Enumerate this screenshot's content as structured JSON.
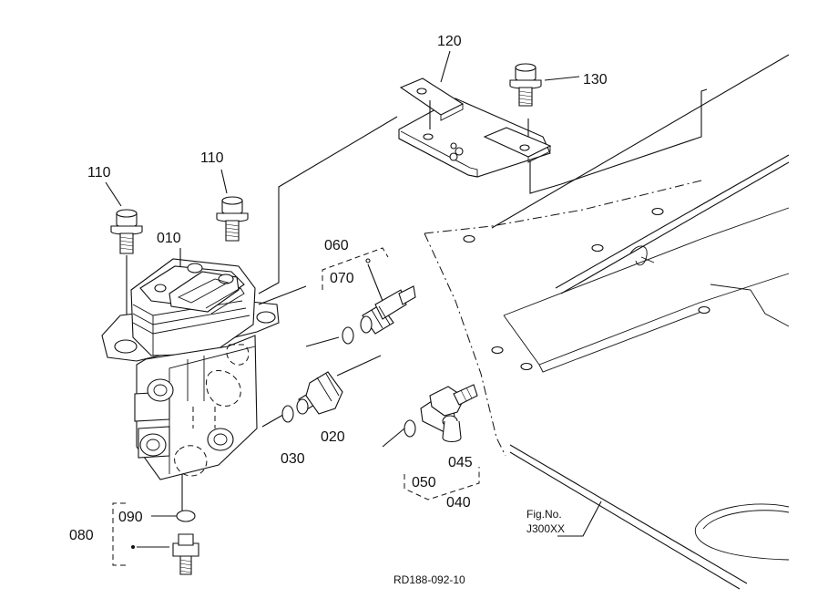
{
  "callouts": {
    "p010": "010",
    "p020": "020",
    "p030": "030",
    "p040": "040",
    "p045": "045",
    "p050": "050",
    "p060": "060",
    "p070": "070",
    "p080": "080",
    "p090": "090",
    "p110a": "110",
    "p110b": "110",
    "p120": "120",
    "p130": "130"
  },
  "fig_label": {
    "line1": "Fig.No.",
    "line2": "J300XX"
  },
  "drawing_number": "RD188-092-10"
}
